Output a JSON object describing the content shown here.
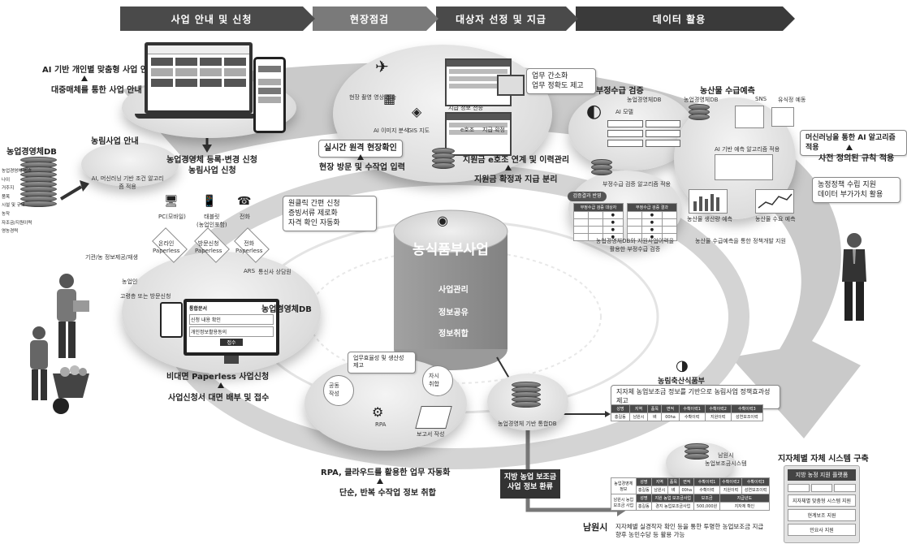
{
  "phases": [
    "사업 안내 및 신청",
    "현장점검",
    "대상자 선정 및 지급",
    "데이터 활용"
  ],
  "center": {
    "title": "농식품부사업",
    "rows": [
      "사업관리",
      "정보공유",
      "정보취합"
    ]
  },
  "left": {
    "ai_notice_title": "AI 기반 개인별 맞춤형 사업 안내",
    "ai_notice_sub": "대중매체를 통한 사업 안내",
    "guide_label": "농림사업 안내",
    "db_label": "농업경영체DB",
    "db_fields": [
      "농업경영체 번호",
      "나이",
      "거주지",
      "품목",
      "시설 및 규모",
      "농작",
      "자조금/지원이력",
      "영농경력"
    ],
    "ai_match": "AI, 머신러닝 기반 조건 알고리즘 적용",
    "register_title": "농업경영체 등록·변경 신청",
    "register_sub": "농림사업 신청",
    "channels": [
      "PC(모바일)",
      "태블릿\n(농업인포함)",
      "전화"
    ],
    "paperless": [
      "온라인\nPaperless",
      "방문신청\nPaperless",
      "전화\nPaperless"
    ],
    "bubble_items": [
      "원클릭 간편 신청",
      "증빙서류 제로화",
      "자격 확인 자동화"
    ],
    "monitor_lines": [
      "신청 내용 확인",
      "개인정보활용동의",
      "접수"
    ],
    "monitor_head": "통합문서",
    "db_label2": "농업경영체DB",
    "nonface_title": "비대면 Paperless 사업신청",
    "nonface_sub": "사업신청서 대면 배부 및 접수",
    "notes": [
      "기관/농 정보제공/재생",
      "고령층 또는 방문신청",
      "농업인",
      "ARS",
      "통신사 상담원"
    ]
  },
  "inspect": {
    "remote": "실시간 원격 현장확인",
    "remote_sub": "현장 방문 및 수작업 입력",
    "pay_link": "지원금 e호조 연계 및 이력관리",
    "pay_sub": "지원금 확정과 지급 분리",
    "bubble_items": [
      "업무 간소화",
      "업무 정확도 제고"
    ],
    "small_labels": [
      "현장 촬영 영상 전송",
      "AI 이미지 분석",
      "GIS 지도",
      "지급 정보 전송",
      "e호조",
      "지급 확정"
    ]
  },
  "right": {
    "fraud_title": "부정수급 검증",
    "fraud_db": "농업경영체DB",
    "fraud_algo": "부정수급 검증 알고리즘 적용",
    "fraud_caption": "농업경영체DB와 지원사업이력을 활용한 부정수급 검증",
    "ai_sub": "AI 모델",
    "fraud_table_left_title": "부정수급 검증 대상자",
    "fraud_table_right_title": "부정수급 검증 결과",
    "fraud_table_tag": "검증결과 반영",
    "supply_title": "농산물 수급예측",
    "supply_db": "농업경영체DB",
    "sns": "SNS",
    "weather": "유식정 예동",
    "ml": "머신러닝을 통한 AI 알고리즘 적용",
    "ml_sub": "사전 정의된 규칙 적용",
    "ai_predict": "AI 기반 예측 알고리즘 적용",
    "charts": [
      "농산물 생산량 예측",
      "농산물 수요 예측"
    ],
    "supply_caption": "농산물 수급예측을 통한 정책개발 지원",
    "bullets": [
      "농정정책 수립 지원",
      "데이터 부가가치 활용"
    ]
  },
  "bottom": {
    "rpa_title": "RPA, 클라우드를 활용한 업무 자동화",
    "rpa_sub": "단순, 반복 수작업 정보 취합",
    "bubble": "업무효율성 및 생산성 제고",
    "steps": [
      "공동\n작성",
      "자시\n취합",
      "RPA",
      "보고서 작성"
    ],
    "hub_db": "농업경영체 기반 통합DB",
    "return_label": "지방 농업 보조금\n사업 정보 환류",
    "ministry": "농림축산식품부",
    "ministry_bullet": "지자체 농업보조금 정보를 기반으로 농림사업 정책효과성 제고",
    "namwon_system": "남원시\n농업보조금시스템",
    "namwon_logo": "남원시",
    "namwon_bullets": [
      "지자체별 실경작자 확인 등을 통한 투명한 농업보조금 지급",
      "향후 농민수당 등 활용 가능"
    ],
    "local_title": "지자체별 자체 시스템 구축",
    "local_panel": "지방 농정 지원 플랫폼",
    "local_items": [
      "지자체별 맞춤형 시스템 지원",
      "현계보조 지원",
      "민요사 지원"
    ],
    "table1_head": [
      "성명",
      "지역",
      "품목",
      "면적",
      "수확이력1",
      "수확이력2",
      "수확이력3"
    ],
    "table1_row": [
      "홍길동",
      "남원시",
      "벼",
      "00ha",
      "수확이력",
      "지원이력",
      "성연보조이력"
    ],
    "table2_left": [
      "농업경영체\n정보",
      "남원시 농업\n보조금 사업"
    ],
    "table2_head": [
      "성명",
      "지역",
      "품목",
      "면적",
      "수확이력1",
      "수확이력2",
      "수확이력3"
    ],
    "table2_row1": [
      "홍길동",
      "남원시",
      "벼",
      "00ha",
      "수확이력",
      "지원이력",
      "성연보조이력"
    ],
    "table2_head2": [
      "성명",
      "지원 농업 보조금사업",
      "보조금",
      "지급년도"
    ],
    "table2_row2": [
      "홍길동",
      "경지 농업보조금사업",
      "500,000원",
      "지자체 확인"
    ]
  },
  "colors": {
    "banner": "#4a4a4a",
    "accent": "#3a3a3a",
    "island": "#dcdcdc",
    "ring": "#d8d8d8"
  }
}
